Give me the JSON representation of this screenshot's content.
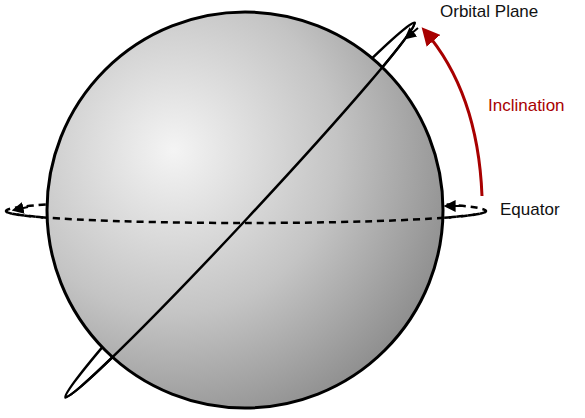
{
  "diagram": {
    "labels": [
      "Orbital Plane",
      "Inclination",
      "Equator"
    ]
  }
}
